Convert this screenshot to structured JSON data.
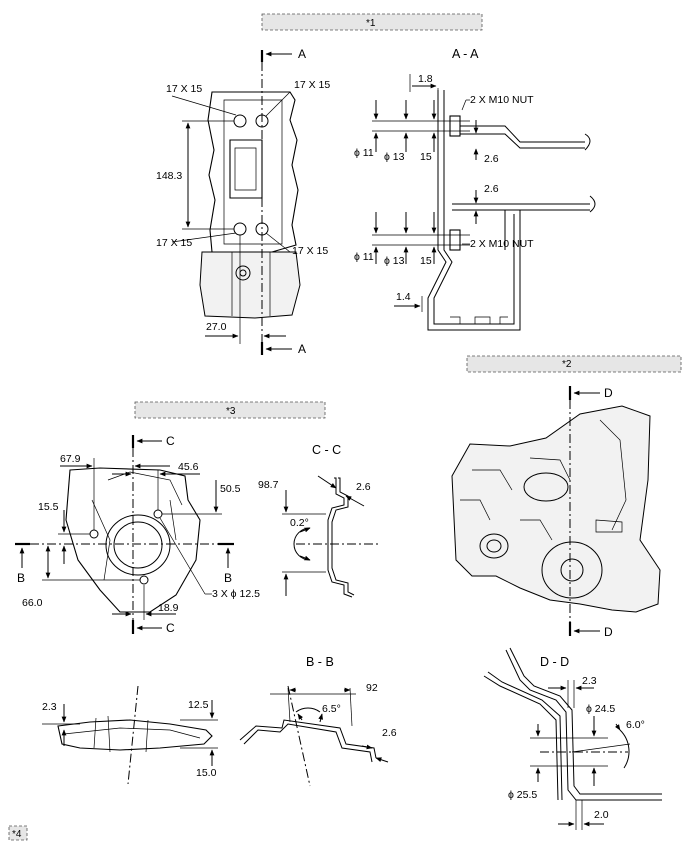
{
  "callouts": {
    "c1": "*1",
    "c2": "*2",
    "c3": "*3",
    "c4": "*4"
  },
  "view_top_left": {
    "section_marker": "A",
    "hole_labels": [
      "17 X 15",
      "17 X 15",
      "17 X 15",
      "17 X 15"
    ],
    "dim_height": "148.3",
    "dim_offset": "27.0"
  },
  "section_aa": {
    "title": "A - A",
    "nut_label_upper": "2 X M10 NUT",
    "nut_label_lower": "2 X M10 NUT",
    "dim_top": "1.8",
    "dim_26_a": "2.6",
    "dim_26_b": "2.6",
    "phi11_upper": "ϕ 11",
    "phi13_upper": "ϕ 13",
    "dim15_upper": "15",
    "phi11_lower": "ϕ 11",
    "phi13_lower": "ϕ 13",
    "dim15_lower": "15",
    "dim_14": "1.4"
  },
  "view_left_mid": {
    "section_marker_c": "C",
    "section_marker_b": "B",
    "dim_679": "67.9",
    "dim_456": "45.6",
    "dim_505": "50.5",
    "dim_155": "15.5",
    "dim_660": "66.0",
    "dim_189": "18.9",
    "hole_label": "3 X ϕ 12.5"
  },
  "section_cc": {
    "title": "C - C",
    "dim_987": "98.7",
    "dim_26": "2.6",
    "angle": "0.2°"
  },
  "view_right_mid": {
    "section_marker": "D"
  },
  "view_bottom_left": {
    "dim_23": "2.3",
    "dim_125": "12.5",
    "dim_150": "15.0"
  },
  "section_bb": {
    "title": "B - B",
    "dim_92": "92",
    "angle": "6.5°",
    "dim_26": "2.6"
  },
  "section_dd": {
    "title": "D - D",
    "dim_23": "2.3",
    "phi_245": "ϕ 24.5",
    "angle": "6.0°",
    "phi_255": "ϕ 25.5",
    "dim_20": "2.0"
  }
}
